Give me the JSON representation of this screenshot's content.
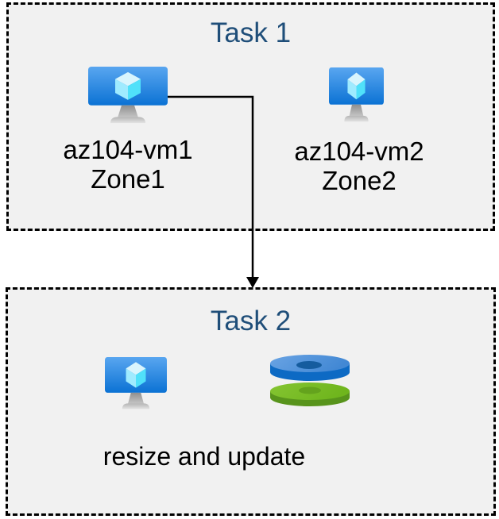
{
  "task1": {
    "title": "Task 1",
    "vms": [
      {
        "name": "az104-vm1",
        "zone": "Zone1"
      },
      {
        "name": "az104-vm2",
        "zone": "Zone2"
      }
    ]
  },
  "task2": {
    "title": "Task 2",
    "caption": "resize and update"
  },
  "connector": {
    "from": "az104-vm1",
    "to": "Task 2",
    "style": "elbow-arrow-down"
  },
  "icons": {
    "vm": "azure-virtual-machine-icon",
    "disks": "azure-disks-icon"
  },
  "colors": {
    "title_text": "#1f4e79",
    "label_text": "#000000",
    "box_fill": "#f1f1f1",
    "box_border": "#000000",
    "monitor_gradient_top": "#59a6f0",
    "monitor_gradient_bottom": "#0b72d4",
    "cube_top": "#d9f5fd",
    "cube_left": "#9febff",
    "cube_right": "#50e1fa",
    "stand_gray": "#a0a0a0",
    "disk_blue_top": "#4a90da",
    "disk_blue_side": "#0d6ac4",
    "disk_blue_hole": "#155c9e",
    "disk_green_top": "#76bc21",
    "disk_green_side": "#58941c",
    "disk_green_hole": "#64a31d"
  }
}
